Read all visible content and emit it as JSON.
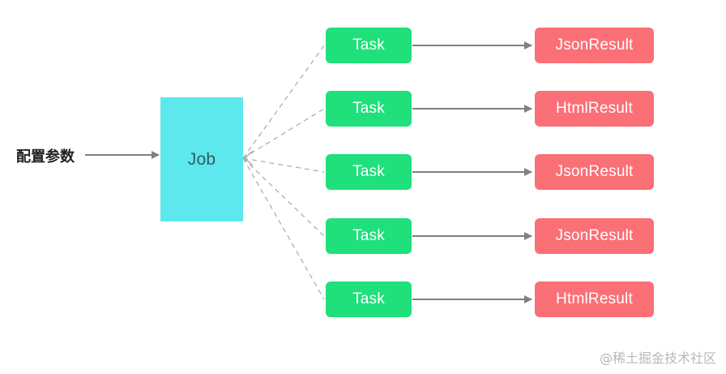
{
  "input": {
    "label": "配置参数"
  },
  "job": {
    "label": "Job"
  },
  "rows": [
    {
      "task": "Task",
      "result": "JsonResult"
    },
    {
      "task": "Task",
      "result": "HtmlResult"
    },
    {
      "task": "Task",
      "result": "JsonResult"
    },
    {
      "task": "Task",
      "result": "JsonResult"
    },
    {
      "task": "Task",
      "result": "HtmlResult"
    }
  ],
  "watermark": "@稀土掘金技术社区",
  "colors": {
    "job": "#5de8ee",
    "task": "#1fe07b",
    "result": "#fb6f76",
    "arrow": "#808080",
    "dashed": "#a8a8a8"
  }
}
